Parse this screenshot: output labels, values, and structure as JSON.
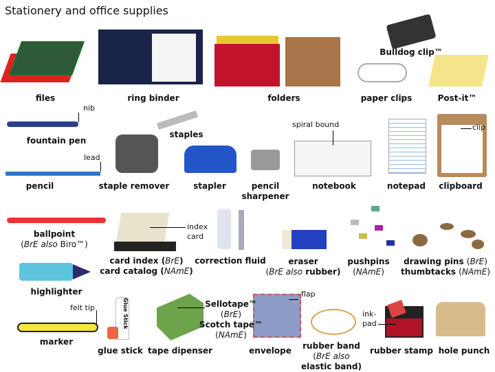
{
  "title": "Stationery and office supplies",
  "items": {
    "files": "files",
    "ring_binder": "ring binder",
    "folders": "folders",
    "paper_clips": "paper clips",
    "bulldog_clip": "Bulldog clip™",
    "post_it": "Post-it™",
    "fountain_pen": "fountain pen",
    "nib": "nib",
    "staples": "staples",
    "lead": "lead",
    "pencil": "pencil",
    "staple_remover": "staple remover",
    "stapler": "stapler",
    "pencil_sharpener_1": "pencil",
    "pencil_sharpener_2": "sharpener",
    "spiral_bound": "spiral bound",
    "notebook": "notebook",
    "notepad": "notepad",
    "clipboard": "clipboard",
    "clip": "clip",
    "ballpoint": "ballpoint",
    "ballpoint_note": {
      "open": "(",
      "brE": "BrE also",
      "alt": " Biro™)"
    },
    "card_index": "card index",
    "card_index_tag": "BrE",
    "card_catalog": "card catalog",
    "card_catalog_tag": "NAmE",
    "index_card_1": "index",
    "index_card_2": "card",
    "correction_fluid": "correction fluid",
    "eraser": "eraser",
    "eraser_note": {
      "open": "(",
      "brE": "BrE also",
      "alt": " rubber)"
    },
    "pushpins": "pushpins",
    "pushpins_tag": "NAmE",
    "drawing_pins": "drawing pins",
    "drawing_pins_tag": "BrE",
    "thumbtacks": "thumbtacks",
    "thumbtacks_tag": "NAmE",
    "highlighter": "highlighter",
    "felt_tip": "felt tip",
    "marker": "marker",
    "glue_stick": "glue stick",
    "glue_stick_print": "Glue Stick",
    "tape_dispenser": "tape dipenser",
    "sellotape": "Sellotape™",
    "sellotape_tag": "BrE",
    "scotch_tape": "Scotch tape™",
    "scotch_tape_tag": "NAmE",
    "envelope": "envelope",
    "flap": "flap",
    "rubber_band": "rubber band",
    "rubber_band_note": "BrE also",
    "elastic_band": "elastic band)",
    "ink_pad_1": "ink-",
    "ink_pad_2": "pad",
    "rubber_stamp": "rubber stamp",
    "hole_punch": "hole punch"
  }
}
